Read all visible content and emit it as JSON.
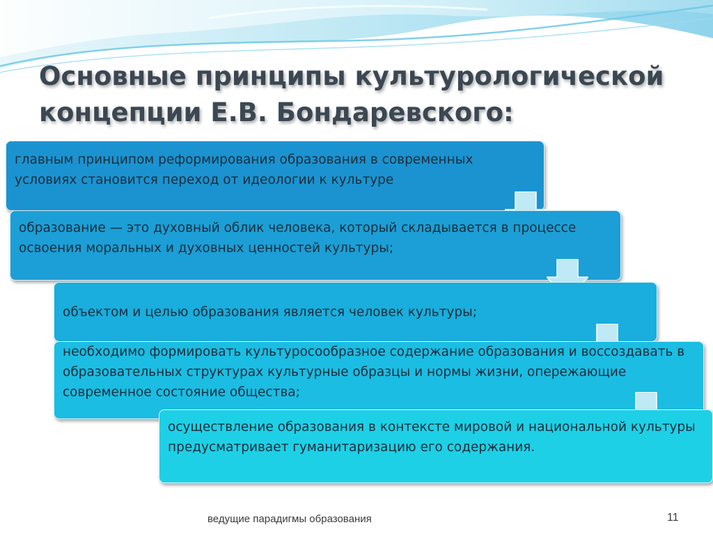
{
  "slide": {
    "title_line1": "Основные принципы культурологической",
    "title_line2": "концепции Е.В. Бондаревского:",
    "colors": {
      "wave_light": "#d4f1f8",
      "wave_accent": "#5fc3e4",
      "step_1": "#1b93d0",
      "step_2": "#1b9fd6",
      "step_3": "#19aedd",
      "step_4": "#1bbde3",
      "step_5": "#1ed0e6",
      "arrow": "#bfe9f5",
      "title": "#3b4752"
    },
    "steps": [
      {
        "text": "главным принципом реформирования образования в современных условиях становится переход от идеологии к культуре"
      },
      {
        "text": "образование — это духовный облик человека, который складывается в процессе освоения моральных и духовных ценностей культуры;"
      },
      {
        "text": "объектом и целью образования является человек культуры;"
      },
      {
        "text": "необходимо формировать культуросообразное содержание образования и воссоздавать в образовательных структурах культурные образцы и нормы жизни, опережающие современное состояние общества;"
      },
      {
        "text": "осуществление образования в контексте мировой и национальной культуры предусматривает гуманитаризацию его содержания."
      }
    ],
    "footer_text": "ведущие парадигмы образования",
    "page_number": "11"
  }
}
